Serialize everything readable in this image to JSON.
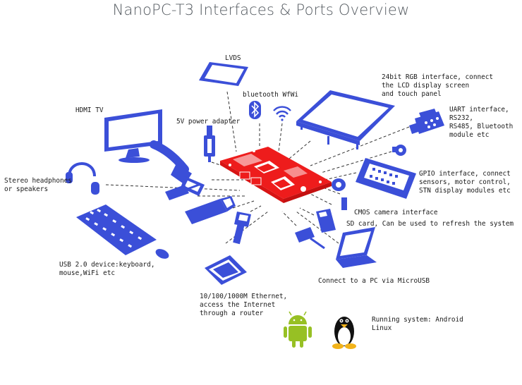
{
  "title": "NanoPC-T3 Interfaces & Ports Overview",
  "labels": {
    "lvds": "LVDS",
    "bluetooth_wifi": "bluetooth WfWi",
    "rgb": "24bit RGB interface, connect\nthe LCD display screen\nand touch panel",
    "hdmi": "HDMI TV",
    "power": "5V power adapter",
    "uart": "UART interface, RS232,\nRS485, Bluetooth\nmodule etc",
    "headphones": "Stereo headphones\nor speakers",
    "gpio": "GPIO interface, connect\nsensors, motor control,\nSTN display modules etc",
    "cmos": "CMOS camera interface",
    "sd": "SD card, Can be used to refresh the system",
    "usb": "USB 2.0 device:keyboard,\nmouse,WiFi etc",
    "microusb": "Connect to a PC via MicroUSB",
    "ethernet": "10/100/1000M Ethernet,\naccess the Internet\nthrough a router",
    "os": "Running system: Android\n              Linux"
  },
  "colors": {
    "device_blue": "#3b4fd8",
    "board_red": "#ee1c1c",
    "android_green": "#97c024",
    "title_gray": "#555b61"
  }
}
